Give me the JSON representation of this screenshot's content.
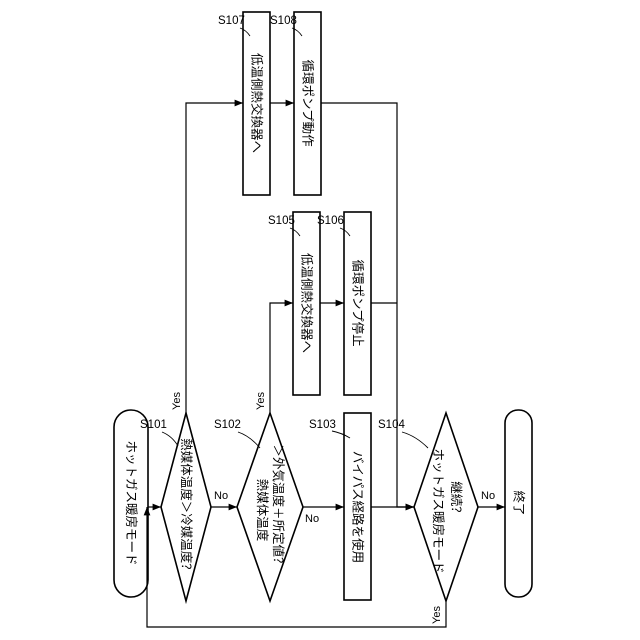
{
  "nodes": {
    "start": "ホットガス暖房モード",
    "s101": "熱媒体温度＞冷媒温度？",
    "s102_line1": "熱媒体温度",
    "s102_line2": "＞外気温度＋所定値？",
    "s103": "バイパス経路を使用",
    "s104_line1": "ホットガス暖房モード",
    "s104_line2": "継続？",
    "s105": "低温側熱交換器へ",
    "s106": "循環ポンプ停止",
    "s107": "低温側熱交換器へ",
    "s108": "循環ポンプ動作",
    "end": "終了"
  },
  "steps": {
    "s101": "S101",
    "s102": "S102",
    "s103": "S103",
    "s104": "S104",
    "s105": "S105",
    "s106": "S106",
    "s107": "S107",
    "s108": "S108"
  },
  "branches": {
    "s101_yes": "Yes",
    "s101_no": "No",
    "s102_yes": "Yes",
    "s102_no": "No",
    "s104_yes": "Yes",
    "s104_no": "No"
  }
}
